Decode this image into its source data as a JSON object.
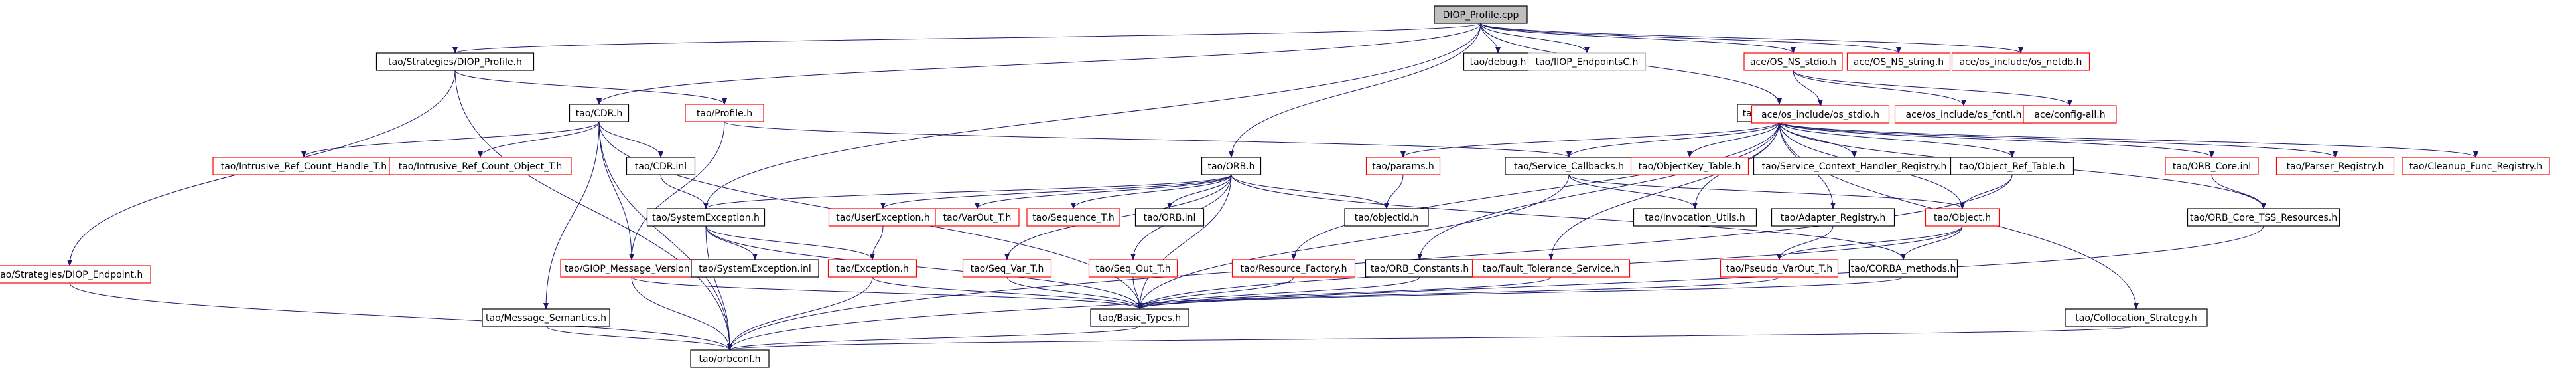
{
  "colors": {
    "black_border": "#000000",
    "red_border": "#ff0000",
    "gray_border": "#bfbfbf",
    "root_fill": "#bfbfbf",
    "node_fill": "#ffffff",
    "edge": "#191970",
    "text": "#000000"
  },
  "nodes": [
    {
      "id": "root",
      "label": "DIOP_Profile.cpp",
      "style": "root"
    },
    {
      "id": "strat_profile",
      "label": "tao/Strategies/DIOP_Profile.h",
      "style": "black"
    },
    {
      "id": "debug",
      "label": "tao/debug.h",
      "style": "black"
    },
    {
      "id": "iiop_endpoints",
      "label": "tao/IIOP_EndpointsC.h",
      "style": "gray"
    },
    {
      "id": "os_ns_stdio",
      "label": "ace/OS_NS_stdio.h",
      "style": "red"
    },
    {
      "id": "os_ns_string",
      "label": "ace/OS_NS_string.h",
      "style": "red"
    },
    {
      "id": "os_netdb",
      "label": "ace/os_include/os_netdb.h",
      "style": "red"
    },
    {
      "id": "cdr",
      "label": "tao/CDR.h",
      "style": "black"
    },
    {
      "id": "profile",
      "label": "tao/Profile.h",
      "style": "red"
    },
    {
      "id": "orb_core",
      "label": "tao/ORB_Core.h",
      "style": "black"
    },
    {
      "id": "os_stdio",
      "label": "ace/os_include/os_stdio.h",
      "style": "red"
    },
    {
      "id": "os_fcntl",
      "label": "ace/os_include/os_fcntl.h",
      "style": "red"
    },
    {
      "id": "config_all",
      "label": "ace/config-all.h",
      "style": "red"
    },
    {
      "id": "ir_handle",
      "label": "tao/Intrusive_Ref_Count_Handle_T.h",
      "style": "red"
    },
    {
      "id": "ir_object",
      "label": "tao/Intrusive_Ref_Count_Object_T.h",
      "style": "red"
    },
    {
      "id": "cdr_inl",
      "label": "tao/CDR.inl",
      "style": "black"
    },
    {
      "id": "orb",
      "label": "tao/ORB.h",
      "style": "black"
    },
    {
      "id": "params",
      "label": "tao/params.h",
      "style": "red"
    },
    {
      "id": "svc_callbacks",
      "label": "tao/Service_Callbacks.h",
      "style": "black"
    },
    {
      "id": "objkey_table",
      "label": "tao/ObjectKey_Table.h",
      "style": "red"
    },
    {
      "id": "svc_ctx_handler",
      "label": "tao/Service_Context_Handler_Registry.h",
      "style": "black"
    },
    {
      "id": "obj_ref_table",
      "label": "tao/Object_Ref_Table.h",
      "style": "black"
    },
    {
      "id": "orb_core_inl",
      "label": "tao/ORB_Core.inl",
      "style": "red"
    },
    {
      "id": "parser_reg",
      "label": "tao/Parser_Registry.h",
      "style": "red"
    },
    {
      "id": "cleanup_reg",
      "label": "tao/Cleanup_Func_Registry.h",
      "style": "red"
    },
    {
      "id": "strat_endpoint",
      "label": "tao/Strategies/DIOP_Endpoint.h",
      "style": "red"
    },
    {
      "id": "sys_exc",
      "label": "tao/SystemException.h",
      "style": "black"
    },
    {
      "id": "user_exc",
      "label": "tao/UserException.h",
      "style": "red"
    },
    {
      "id": "varout",
      "label": "tao/VarOut_T.h",
      "style": "red"
    },
    {
      "id": "sequence",
      "label": "tao/Sequence_T.h",
      "style": "red"
    },
    {
      "id": "orb_inl",
      "label": "tao/ORB.inl",
      "style": "black"
    },
    {
      "id": "objectid",
      "label": "tao/objectid.h",
      "style": "black"
    },
    {
      "id": "invocation_utils",
      "label": "tao/Invocation_Utils.h",
      "style": "black"
    },
    {
      "id": "adapter_reg",
      "label": "tao/Adapter_Registry.h",
      "style": "black"
    },
    {
      "id": "object",
      "label": "tao/Object.h",
      "style": "red"
    },
    {
      "id": "orb_core_tss",
      "label": "tao/ORB_Core_TSS_Resources.h",
      "style": "black"
    },
    {
      "id": "giop_msg_ver",
      "label": "tao/GIOP_Message_Version.h",
      "style": "red"
    },
    {
      "id": "sys_exc_inl",
      "label": "tao/SystemException.inl",
      "style": "black"
    },
    {
      "id": "exception",
      "label": "tao/Exception.h",
      "style": "red"
    },
    {
      "id": "seq_var",
      "label": "tao/Seq_Var_T.h",
      "style": "red"
    },
    {
      "id": "seq_out",
      "label": "tao/Seq_Out_T.h",
      "style": "red"
    },
    {
      "id": "resource_factory",
      "label": "tao/Resource_Factory.h",
      "style": "red"
    },
    {
      "id": "orb_constants",
      "label": "tao/ORB_Constants.h",
      "style": "black"
    },
    {
      "id": "ft_service",
      "label": "tao/Fault_Tolerance_Service.h",
      "style": "red"
    },
    {
      "id": "pseudo_varout",
      "label": "tao/Pseudo_VarOut_T.h",
      "style": "red"
    },
    {
      "id": "corba_methods",
      "label": "tao/CORBA_methods.h",
      "style": "black"
    },
    {
      "id": "msg_semantics",
      "label": "tao/Message_Semantics.h",
      "style": "black"
    },
    {
      "id": "basic_types",
      "label": "tao/Basic_Types.h",
      "style": "black"
    },
    {
      "id": "collocation",
      "label": "tao/Collocation_Strategy.h",
      "style": "black"
    },
    {
      "id": "orbconf",
      "label": "tao/orbconf.h",
      "style": "black"
    }
  ],
  "edges": [
    [
      "root",
      "strat_profile"
    ],
    [
      "root",
      "debug"
    ],
    [
      "root",
      "iiop_endpoints"
    ],
    [
      "root",
      "os_ns_stdio"
    ],
    [
      "root",
      "os_ns_string"
    ],
    [
      "root",
      "os_netdb"
    ],
    [
      "root",
      "cdr"
    ],
    [
      "root",
      "orb_core"
    ],
    [
      "root",
      "orb"
    ],
    [
      "root",
      "sys_exc"
    ],
    [
      "strat_profile",
      "profile"
    ],
    [
      "strat_profile",
      "strat_endpoint"
    ],
    [
      "strat_profile",
      "orbconf"
    ],
    [
      "os_ns_stdio",
      "os_stdio"
    ],
    [
      "os_ns_stdio",
      "os_fcntl"
    ],
    [
      "os_ns_stdio",
      "config_all"
    ],
    [
      "cdr",
      "ir_handle"
    ],
    [
      "cdr",
      "ir_object"
    ],
    [
      "cdr",
      "cdr_inl"
    ],
    [
      "cdr",
      "giop_msg_ver"
    ],
    [
      "cdr",
      "msg_semantics"
    ],
    [
      "cdr",
      "basic_types"
    ],
    [
      "cdr",
      "orbconf"
    ],
    [
      "profile",
      "svc_callbacks"
    ],
    [
      "profile",
      "giop_msg_ver"
    ],
    [
      "cdr_inl",
      "sys_exc"
    ],
    [
      "orb_core",
      "params"
    ],
    [
      "orb_core",
      "svc_callbacks"
    ],
    [
      "orb_core",
      "objkey_table"
    ],
    [
      "orb_core",
      "svc_ctx_handler"
    ],
    [
      "orb_core",
      "obj_ref_table"
    ],
    [
      "orb_core",
      "orb_core_inl"
    ],
    [
      "orb_core",
      "parser_reg"
    ],
    [
      "orb_core",
      "cleanup_reg"
    ],
    [
      "orb_core",
      "orb_core_tss"
    ],
    [
      "orb_core",
      "invocation_utils"
    ],
    [
      "orb_core",
      "adapter_reg"
    ],
    [
      "orb_core",
      "object"
    ],
    [
      "orb_core",
      "resource_factory"
    ],
    [
      "orb_core",
      "orb_constants"
    ],
    [
      "orb_core",
      "ft_service"
    ],
    [
      "orb_core",
      "collocation"
    ],
    [
      "orb",
      "user_exc"
    ],
    [
      "orb",
      "varout"
    ],
    [
      "orb",
      "sequence"
    ],
    [
      "orb",
      "orb_inl"
    ],
    [
      "orb",
      "objectid"
    ],
    [
      "orb",
      "seq_var"
    ],
    [
      "orb",
      "seq_out"
    ],
    [
      "orb",
      "corba_methods"
    ],
    [
      "orb",
      "basic_types"
    ],
    [
      "orb",
      "sys_exc"
    ],
    [
      "params",
      "objectid"
    ],
    [
      "svc_callbacks",
      "invocation_utils"
    ],
    [
      "svc_callbacks",
      "object"
    ],
    [
      "svc_callbacks",
      "basic_types"
    ],
    [
      "obj_ref_table",
      "object"
    ],
    [
      "obj_ref_table",
      "orbconf"
    ],
    [
      "orb_core_inl",
      "orb_core_tss"
    ],
    [
      "sys_exc",
      "sys_exc_inl"
    ],
    [
      "sys_exc",
      "exception"
    ],
    [
      "sys_exc",
      "basic_types"
    ],
    [
      "sys_exc",
      "orbconf"
    ],
    [
      "user_exc",
      "exception"
    ],
    [
      "seq_var",
      "basic_types"
    ],
    [
      "seq_out",
      "basic_types"
    ],
    [
      "adapter_reg",
      "pseudo_varout"
    ],
    [
      "object",
      "pseudo_varout"
    ],
    [
      "object",
      "corba_methods"
    ],
    [
      "object",
      "basic_types"
    ],
    [
      "orb_core_tss",
      "orbconf"
    ],
    [
      "giop_msg_ver",
      "basic_types"
    ],
    [
      "giop_msg_ver",
      "orbconf"
    ],
    [
      "exception",
      "basic_types"
    ],
    [
      "exception",
      "orbconf"
    ],
    [
      "resource_factory",
      "basic_types"
    ],
    [
      "orb_constants",
      "basic_types"
    ],
    [
      "ft_service",
      "basic_types"
    ],
    [
      "corba_methods",
      "basic_types"
    ],
    [
      "pseudo_varout",
      "basic_types"
    ],
    [
      "msg_semantics",
      "orbconf"
    ],
    [
      "basic_types",
      "orbconf"
    ],
    [
      "collocation",
      "orbconf"
    ],
    [
      "strat_endpoint",
      "orbconf"
    ]
  ]
}
